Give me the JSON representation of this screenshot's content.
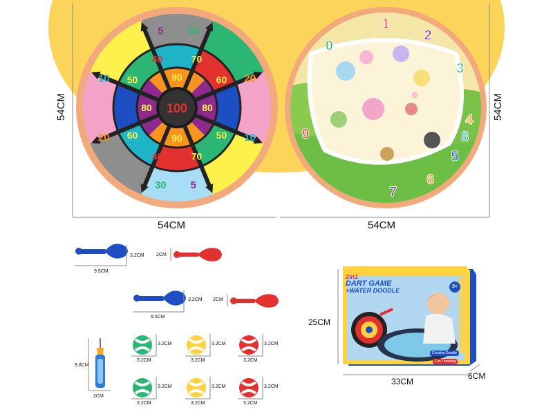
{
  "dimensions": {
    "board_height_left": "54CM",
    "board_width_left": "54CM",
    "board_width_right": "54CM",
    "board_height_right": "54CM",
    "dart_blue_length": "9.5CM",
    "dart_blue_head": "3.2CM",
    "dart_red_head": "2CM",
    "dart_blue2_length": "9.5CM",
    "dart_blue2_head": "3.2CM",
    "dart_red2_head": "2CM",
    "ball_size": "3.2CM",
    "pen_length": "9.8CM",
    "pen_width": "2CM",
    "box_height": "25CM",
    "box_width": "33CM",
    "box_depth": "6CM"
  },
  "dartboard": {
    "center": "100",
    "inner_ring": [
      "90",
      "80",
      "90",
      "80"
    ],
    "middle_ring": [
      "40",
      "70",
      "60",
      "50",
      "70",
      "40",
      "60",
      "50"
    ],
    "outer_ring": [
      "5",
      "30",
      "20",
      "10",
      "5",
      "30",
      "20",
      "10"
    ]
  },
  "doodle_numbers": [
    "1",
    "2",
    "3",
    "4",
    "5",
    "6",
    "7",
    "8",
    "9",
    "0"
  ],
  "package": {
    "title_line1": "2in1",
    "title_line2": "DART GAME",
    "title_line3": "+WATER DOODLE",
    "tag1": "Creative Doodle",
    "tag2": "Fun Throwing",
    "age": "3+"
  },
  "colors": {
    "background_arc": "#FDD45A",
    "board_rim": "#F2A97B",
    "accent_red": "#E2312E",
    "accent_blue": "#1E4FC2"
  }
}
